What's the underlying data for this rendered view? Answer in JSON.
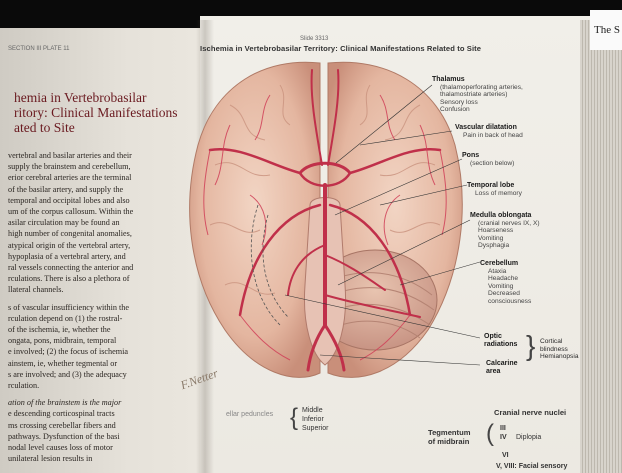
{
  "book": {
    "left_folio": "SECTION III  PLATE 11",
    "right_folio": "Slide 3313",
    "header": "Ischemia in Vertebrobasilar Territory: Clinical Manifestations Related to Site",
    "newspaper_text": "The S"
  },
  "section_title": [
    "hemia in Vertebrobasilar",
    "ritory: Clinical Manifestations",
    "ated to Site"
  ],
  "body_paragraphs": [
    "vertebral and basilar arteries and their",
    "supply the brainstem and cerebellum,",
    "erior cerebral arteries are the terminal",
    "of the basilar artery, and supply the",
    "temporal and occipital lobes and also",
    "um of the corpus callosum. Within the",
    "asilar circulation may be found an",
    "high number of congenital anomalies,",
    "atypical origin of the vertebral artery,",
    "hypoplasia of a vertebral artery, and",
    "ral vessels connecting the anterior and",
    "rculations. There is also a plethora of",
    "llateral channels.",
    "",
    "s of vascular insufficiency within the",
    "rculation depend on (1) the rostral-",
    "of the ischemia, ie, whether the",
    "ongata, pons, midbrain, temporal",
    "e involved; (2) the focus of ischemia",
    "ainstem, ie, whether tegmental or",
    "s are involved; and (3) the adequacy",
    "rculation.",
    "",
    "ation of the brainstem is the major",
    "e descending corticospinal tracts",
    "ms crossing cerebellar fibers and",
    "pathways. Dysfunction of the basi",
    "nodal level causes loss of motor",
    "unilateral lesion results in"
  ],
  "labels": {
    "thalamus": {
      "title": "Thalamus",
      "lines": [
        "(thalamoperforating arteries,",
        "thalamostriate arteries)",
        "Sensory loss",
        "Confusion"
      ]
    },
    "vascular": {
      "title": "Vascular dilatation",
      "lines": [
        "Pain in back of head"
      ]
    },
    "pons": {
      "title": "Pons",
      "lines": [
        "(section below)"
      ]
    },
    "temporal": {
      "title": "Temporal lobe",
      "lines": [
        "Loss of memory"
      ]
    },
    "medulla": {
      "title": "Medulla oblongata",
      "lines": [
        "(cranial nerves IX, X)",
        "Hoarseness",
        "Vomiting",
        "Dysphagia"
      ]
    },
    "cerebellum": {
      "title": "Cerebellum",
      "lines": [
        "Ataxia",
        "Headache",
        "Vomiting",
        "Decreased",
        "consciousness"
      ]
    },
    "optic": {
      "title": "Optic",
      "title2": "radiations"
    },
    "calcarine": {
      "title": "Calcarine",
      "title2": "area"
    },
    "cortical": {
      "lines": [
        "Cortical",
        "blindness",
        "Hemianopsia"
      ]
    }
  },
  "bottom": {
    "peduncles_label": "ellar peduncles",
    "peduncles": [
      "Middle",
      "Inferior",
      "Superior"
    ],
    "cranial_nerve_nuclei": "Cranial nerve nuclei",
    "tegmentum": [
      "Tegmentum",
      "of midbrain"
    ],
    "nerve_iii": "III",
    "nerve_iv": "IV",
    "diplopia": "Diplopia",
    "nerve_vi": "VI",
    "nerve_v_viii": "V, VIII: Facial sensory"
  },
  "signature": "F.Netter"
}
